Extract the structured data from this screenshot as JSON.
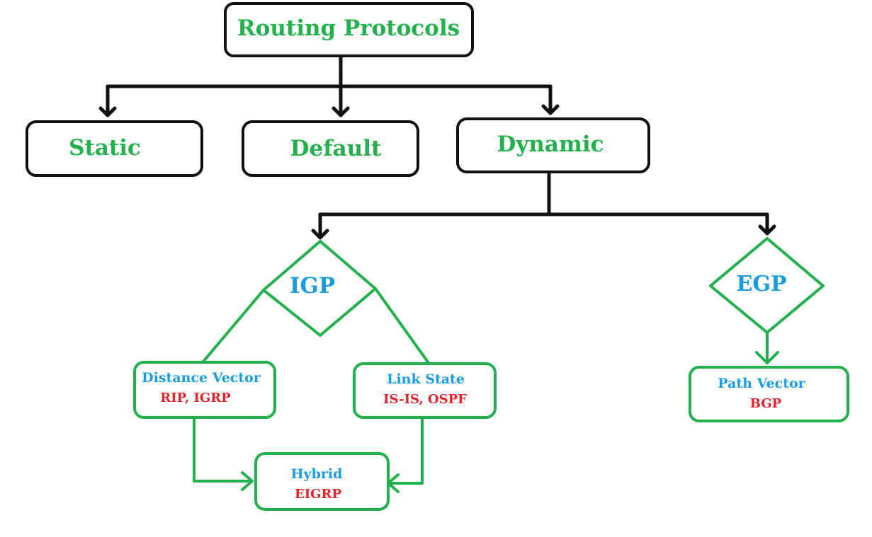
{
  "colors": {
    "black": "#111111",
    "green": "#22b14c",
    "blue": "#1a9de0",
    "red": "#e8212a"
  },
  "root": {
    "label": "Routing Protocols"
  },
  "types": {
    "static": "Static",
    "default": "Default",
    "dynamic": "Dynamic"
  },
  "igp": {
    "label": "IGP",
    "distance_vector": {
      "title": "Distance Vector",
      "examples": "RIP, IGRP"
    },
    "link_state": {
      "title": "Link State",
      "examples": "IS-IS, OSPF"
    },
    "hybrid": {
      "title": "Hybrid",
      "examples": "EIGRP"
    }
  },
  "egp": {
    "label": "EGP",
    "path_vector": {
      "title": "Path Vector",
      "examples": "BGP"
    }
  }
}
